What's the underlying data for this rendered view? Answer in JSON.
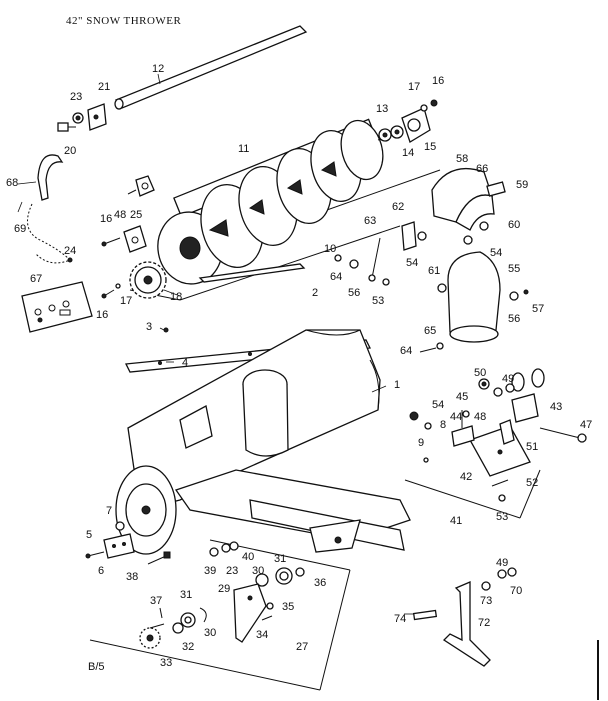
{
  "header": {
    "title": "42\" SNOW THROWER"
  },
  "footer": {
    "code": "B/5"
  },
  "callouts": {
    "c1": "1",
    "c2": "2",
    "c3": "3",
    "c4": "4",
    "c5": "5",
    "c6": "6",
    "c7": "7",
    "c8": "8",
    "c9": "9",
    "c10": "10",
    "c11": "11",
    "c12": "12",
    "c13": "13",
    "c14": "14",
    "c15": "15",
    "c16a": "16",
    "c16b": "16",
    "c16c": "16",
    "c17a": "17",
    "c17b": "17",
    "c18": "18",
    "c20": "20",
    "c21": "21",
    "c23a": "23",
    "c23b": "23",
    "c24": "24",
    "c25": "25",
    "c27": "27",
    "c29": "29",
    "c30a": "30",
    "c30b": "30",
    "c31a": "31",
    "c31b": "31",
    "c32": "32",
    "c33": "33",
    "c34": "34",
    "c35": "35",
    "c36": "36",
    "c37": "37",
    "c38": "38",
    "c39": "39",
    "c40": "40",
    "c41": "41",
    "c42": "42",
    "c43": "43",
    "c44": "44",
    "c45": "45",
    "c47": "47",
    "c48a": "48",
    "c48b": "48",
    "c49a": "49",
    "c49b": "49",
    "c50": "50",
    "c51": "51",
    "c52": "52",
    "c53a": "53",
    "c53b": "53",
    "c54a": "54",
    "c54b": "54",
    "c54c": "54",
    "c55": "55",
    "c56a": "56",
    "c56b": "56",
    "c57": "57",
    "c58": "58",
    "c59": "59",
    "c60": "60",
    "c61": "61",
    "c62": "62",
    "c63": "63",
    "c64a": "64",
    "c64b": "64",
    "c65": "65",
    "c66": "66",
    "c67": "67",
    "c68": "68",
    "c69": "69",
    "c70": "70",
    "c72": "72",
    "c73": "73",
    "c74": "74"
  }
}
